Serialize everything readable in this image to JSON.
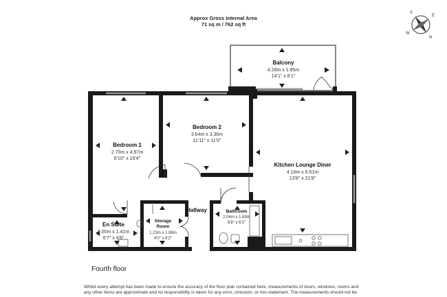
{
  "header": {
    "title": "Approx Gross Internal Area",
    "area": "71 sq m / 762 sq ft"
  },
  "compass": {
    "n": "N",
    "s": "S",
    "e": "E",
    "w": "W"
  },
  "rooms": {
    "balcony": {
      "name": "Balcony",
      "metric": "4.28m x 1.85m",
      "imperial": "14'1\" x 6'1\""
    },
    "bedroom1": {
      "name": "Bedroom 1",
      "metric": "2.70m x 4.97m",
      "imperial": "8'10\" x 16'4\""
    },
    "bedroom2": {
      "name": "Bedroom 2",
      "metric": "3.64m x 3.36m",
      "imperial": "11'11\" x 11'0\""
    },
    "kitchen": {
      "name": "Kitchen Lounge Diner",
      "metric": "4.16m x 6.61m",
      "imperial": "13'8\" x 21'8\""
    },
    "hallway": {
      "name": "Hallway"
    },
    "bathroom": {
      "name": "Bathroom",
      "metric": "2.04m x 1.89m",
      "imperial": "6'8\" x 6'2\""
    },
    "storage": {
      "name": "Storage",
      "name2": "Room",
      "metric": "1.23m x 1.88m",
      "imperial": "4'0\" x 6'2\""
    },
    "ensuite": {
      "name": "En Suite",
      "metric": "2.00m x 1.41m",
      "imperial": "6'7\" x 4'8\""
    }
  },
  "floor_label": "Fourth floor",
  "disclaimer": {
    "line1": "Whilst every attempt has been made to ensure the accuracy of the floor plan contained here, measurements of doors, windows, rooms and",
    "line2": "any other items are approximate and no responsibility is taken for any error, omission, or mis-statement. The measurements should not be"
  },
  "colors": {
    "wall": "#1a1a1a",
    "window": "#9a9a9a",
    "background": "#ffffff"
  }
}
